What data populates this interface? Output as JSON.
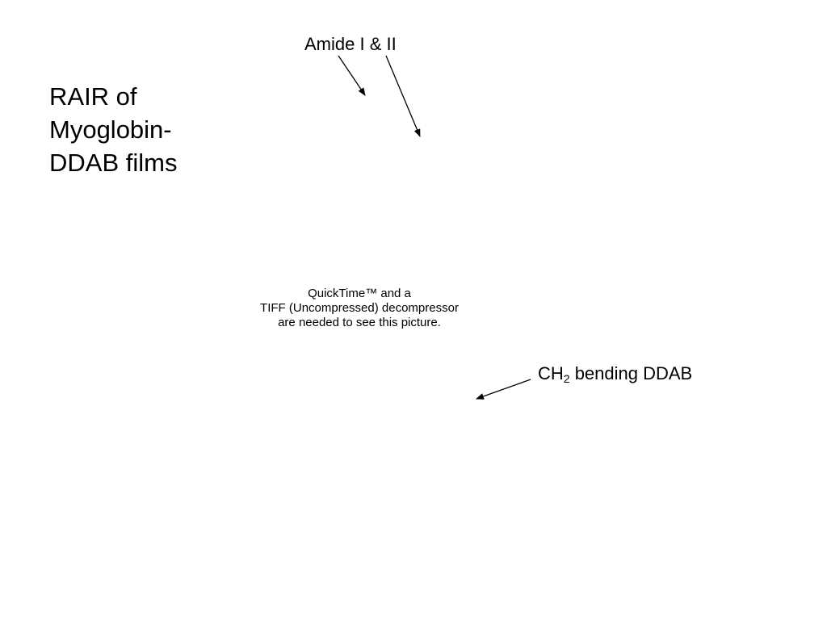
{
  "slide": {
    "title_lines": [
      "RAIR of",
      "Myoglobin-",
      "DDAB films"
    ],
    "annotation_amide": "Amide I & II",
    "annotation_ch2": {
      "prefix": "CH",
      "subscript": "2",
      "suffix": " bending DDAB"
    },
    "image_placeholder_lines": [
      "QuickTime™ and a",
      "TIFF (Uncompressed) decompressor",
      "are needed to see this picture."
    ]
  },
  "colors": {
    "background": "#ffffff",
    "text": "#000000",
    "arrow": "#000000"
  }
}
